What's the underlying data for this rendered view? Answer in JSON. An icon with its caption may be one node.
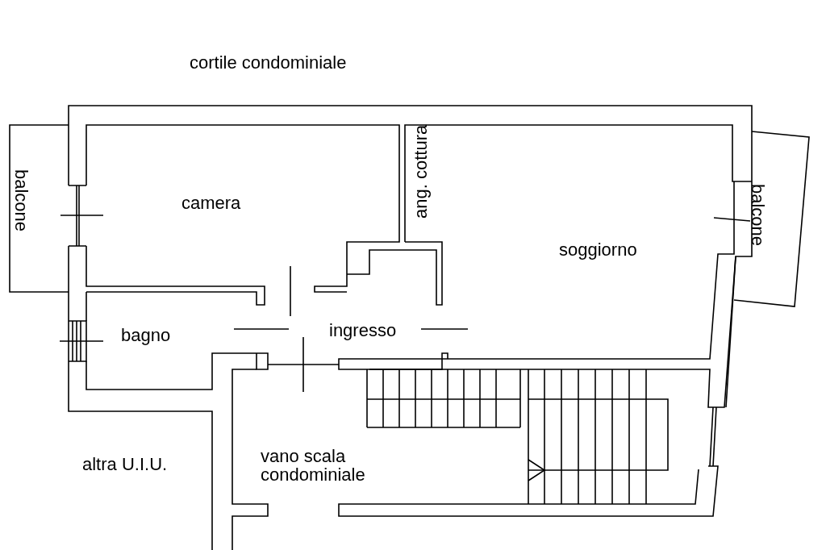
{
  "diagram": {
    "labels": [
      "cortile condominiale",
      "balcone",
      "camera",
      "ang. cottura",
      "soggiorno",
      "balcone",
      "bagno",
      "ingresso",
      "altra U.I.U.",
      "vano scala condominiale"
    ]
  }
}
